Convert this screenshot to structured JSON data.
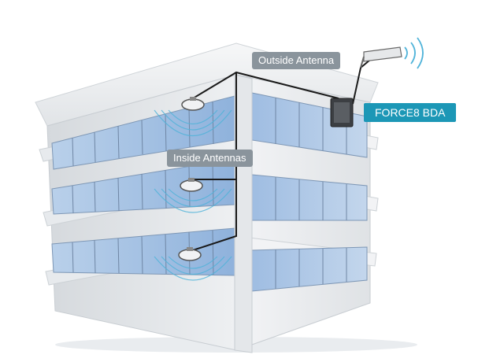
{
  "labels": {
    "outside_antenna": "Outside Antenna",
    "inside_antennas": "Inside Antennas",
    "bda": "FORCE8 BDA"
  },
  "icons": [
    "yagi-antenna-icon",
    "signal-waves-icon",
    "dome-antenna-icon",
    "bda-unit-icon"
  ],
  "colors": {
    "label_grey": "#8a949c",
    "bda_teal": "#1c97b6",
    "signal_blue": "#4fb3d9",
    "glass": "#a9c6e6",
    "wall_light": "#eef0f2",
    "wall_shadow": "#c9ced3",
    "cable": "#1a1a1a"
  }
}
